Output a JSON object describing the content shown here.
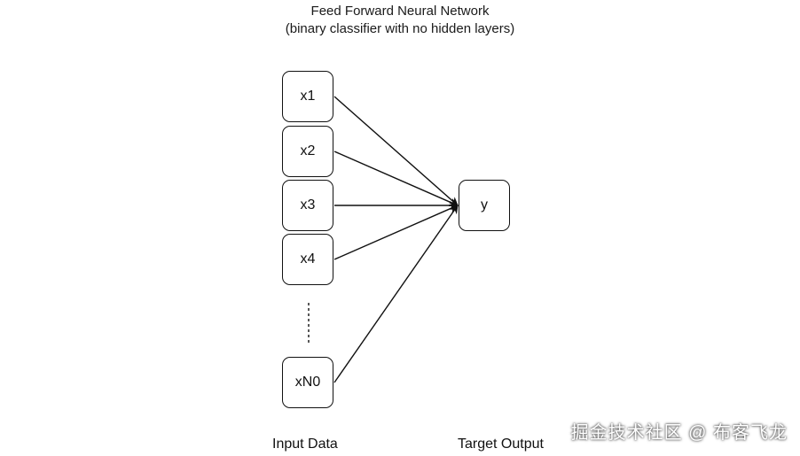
{
  "title": {
    "line1": "Feed Forward Neural Network",
    "line2": "(binary classifier with no hidden layers)"
  },
  "inputs": [
    {
      "label": "x1"
    },
    {
      "label": "x2"
    },
    {
      "label": "x3"
    },
    {
      "label": "x4"
    },
    {
      "label": "xN0"
    }
  ],
  "ellipsis": "dashed vertical line",
  "output": {
    "label": "y"
  },
  "captions": {
    "input": "Input Data",
    "output": "Target Output"
  },
  "watermark": "掘金技术社区 @ 布客飞龙",
  "colors": {
    "stroke": "#111111",
    "background": "#ffffff"
  }
}
